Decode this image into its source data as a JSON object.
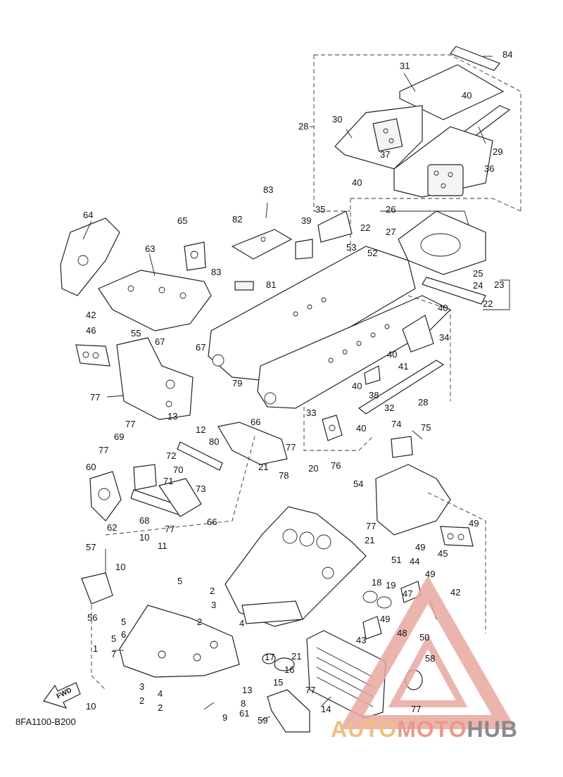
{
  "document": {
    "code": "8FA1100-B200",
    "fwd_label": "FWD"
  },
  "watermark": {
    "part1": "AUTO",
    "part2": "MOTO",
    "part3": "HUB",
    "triangle_color": "#e8a8a0"
  },
  "callouts": [
    "84",
    "31",
    "40",
    "28",
    "30",
    "29",
    "37",
    "36",
    "40",
    "83",
    "35",
    "82",
    "39",
    "26",
    "22",
    "27",
    "53",
    "52",
    "64",
    "65",
    "63",
    "83",
    "81",
    "25",
    "24",
    "23",
    "42",
    "46",
    "40",
    "22",
    "55",
    "67",
    "67",
    "34",
    "40",
    "41",
    "77",
    "79",
    "40",
    "38",
    "32",
    "28",
    "33",
    "40",
    "77",
    "13",
    "12",
    "80",
    "66",
    "77",
    "74",
    "75",
    "69",
    "72",
    "77",
    "21",
    "60",
    "70",
    "71",
    "73",
    "78",
    "20",
    "76",
    "54",
    "62",
    "68",
    "77",
    "66",
    "77",
    "49",
    "10",
    "11",
    "21",
    "45",
    "49",
    "57",
    "51",
    "44",
    "10",
    "5",
    "18",
    "19",
    "49",
    "47",
    "2",
    "3",
    "42",
    "56",
    "2",
    "49",
    "4",
    "43",
    "48",
    "50",
    "5",
    "6",
    "1",
    "5",
    "7",
    "58",
    "17",
    "21",
    "16",
    "15",
    "77",
    "3",
    "13",
    "2",
    "4",
    "10",
    "8",
    "9",
    "61",
    "59",
    "14",
    "77",
    "2"
  ]
}
